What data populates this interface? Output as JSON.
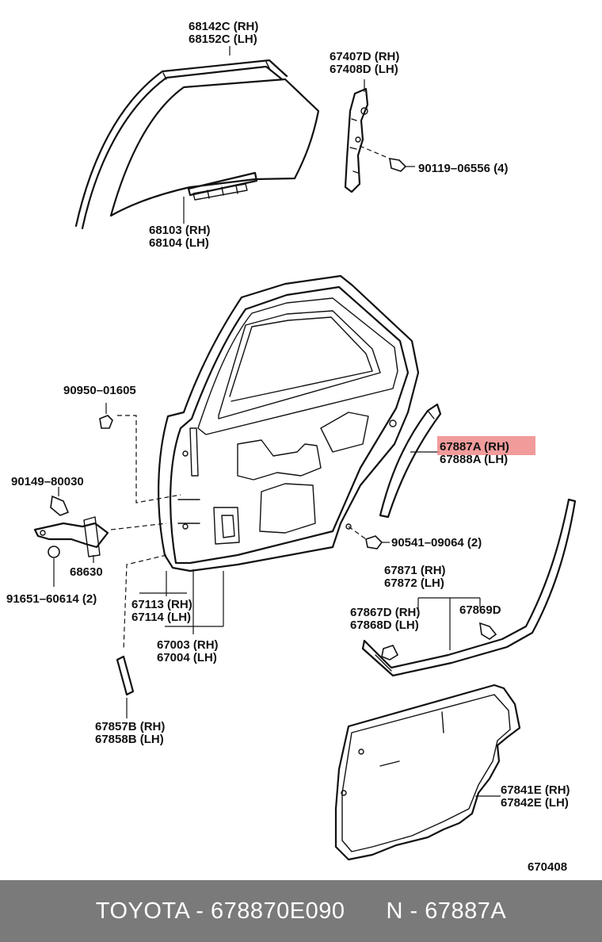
{
  "diagram": {
    "labels": {
      "l_68142c": "68142C (RH)",
      "l_68152c": "68152C (LH)",
      "l_67407d": "67407D (RH)",
      "l_67408d": "67408D (LH)",
      "l_90119": "90119–06556 (4)",
      "l_68103": "68103 (RH)",
      "l_68104": "68104 (LH)",
      "l_90950": "90950–01605",
      "l_67887a": "67887A (RH)",
      "l_67888a": "67888A (LH)",
      "l_90149": "90149–80030",
      "l_68630": "68630",
      "l_90541": "90541–09064 (2)",
      "l_91651": "91651–60614 (2)",
      "l_67871": "67871 (RH)",
      "l_67872": "67872 (LH)",
      "l_67113": "67113 (RH)",
      "l_67114": "67114 (LH)",
      "l_67867d": "67867D (RH)",
      "l_67868d": "67868D (LH)",
      "l_67869d": "67869D",
      "l_67003": "67003 (RH)",
      "l_67004": "67004 (LH)",
      "l_67857b": "67857B (RH)",
      "l_67858b": "67858B (LH)",
      "l_67841e": "67841E (RH)",
      "l_67842e": "67842E (LH)",
      "l_ref": "670408"
    },
    "highlight_color": "#f08a8a"
  },
  "footer": {
    "brand_part": "TOYOTA - 678870E090",
    "ref_part": "N - 67887A"
  }
}
